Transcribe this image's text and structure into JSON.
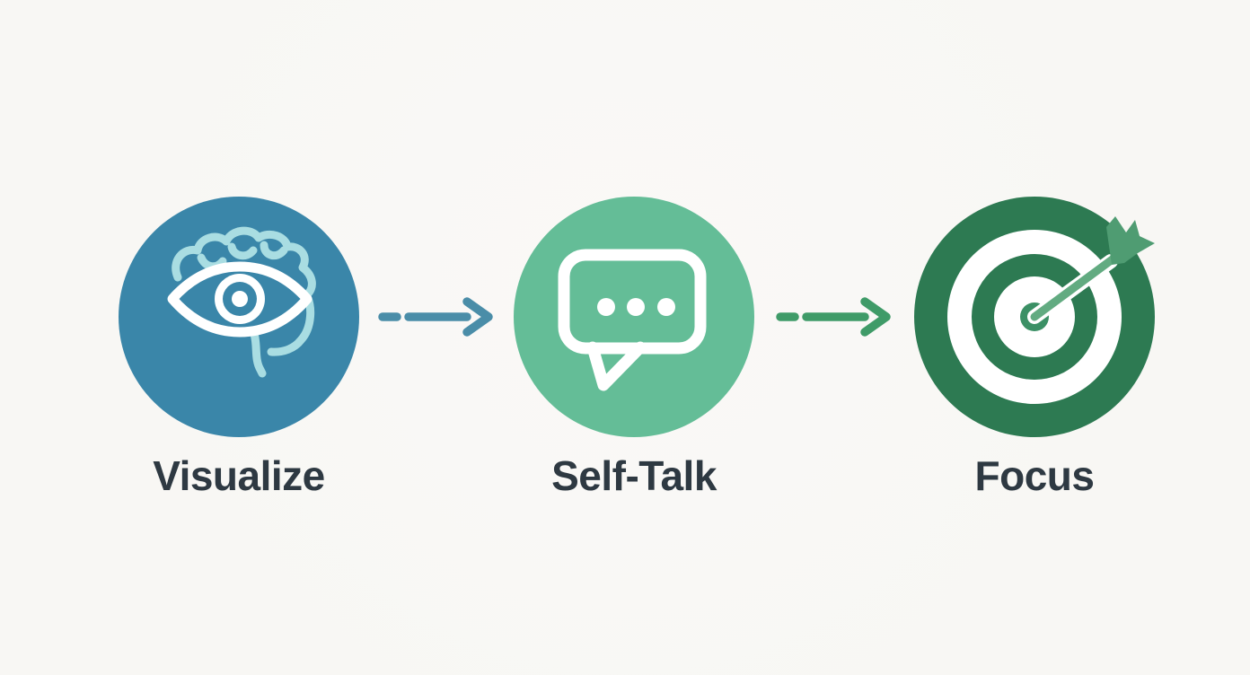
{
  "theme": {
    "background": "#f8f7f4",
    "text-color": "#2e3942"
  },
  "diagram": {
    "steps": [
      {
        "label": "Visualize",
        "icon": "eye-brain-icon",
        "circle_color": "#3a86a9",
        "icon_color": "#ffffff",
        "accent_color": "#a9dde2"
      },
      {
        "label": "Self-Talk",
        "icon": "speech-bubble-icon",
        "circle_color": "#64bd97",
        "icon_color": "#ffffff"
      },
      {
        "label": "Focus",
        "icon": "target-arrow-icon",
        "circle_color": "#2d7a52",
        "icon_color": "#ffffff",
        "bullseye_center_color": "#3b9065",
        "arrow_shaft_color": "#62ab81",
        "arrow_fletch_color": "#4f9c72"
      }
    ],
    "connectors": [
      {
        "icon": "dashed-arrow-right-icon",
        "color": "#4a8da8"
      },
      {
        "icon": "dashed-arrow-right-icon",
        "color": "#3f9b68"
      }
    ]
  }
}
